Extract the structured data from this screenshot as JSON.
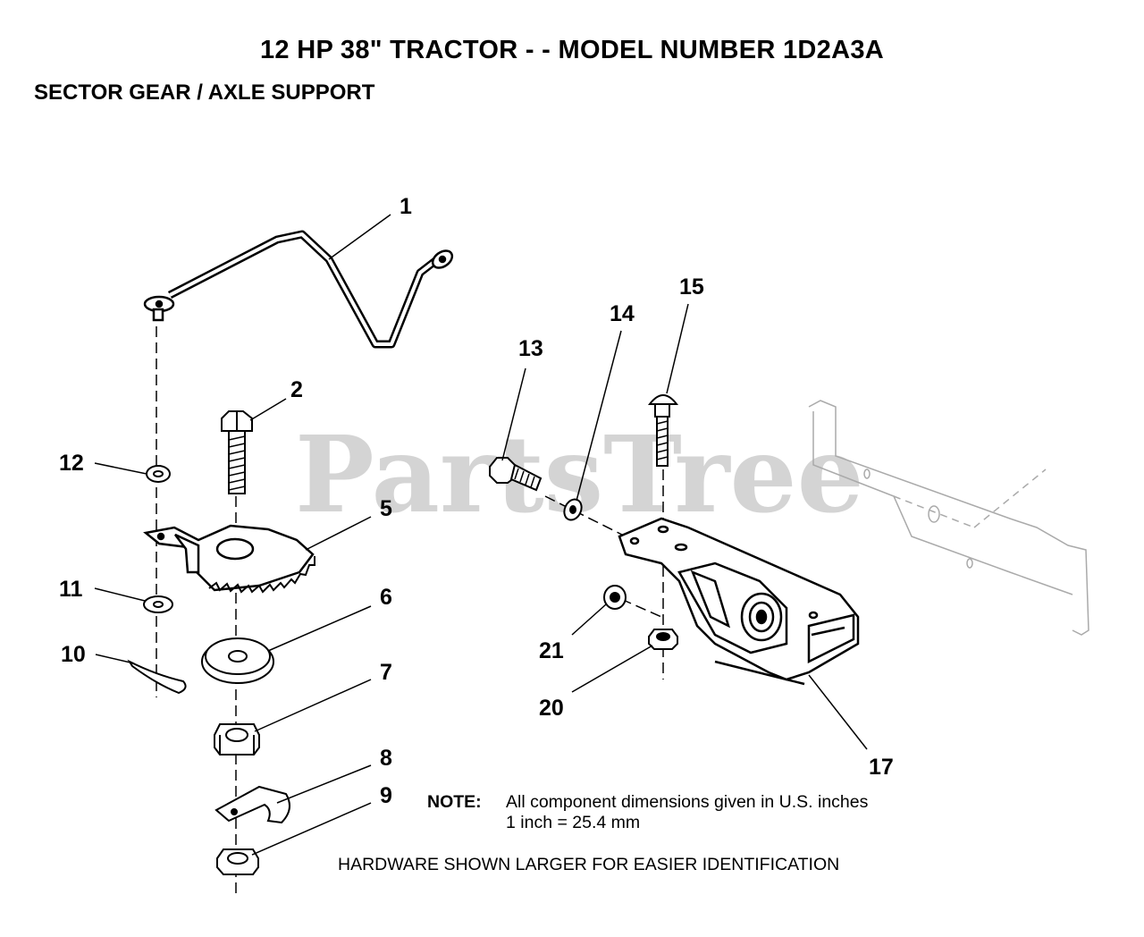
{
  "header": {
    "title": "12 HP 38\" TRACTOR - - MODEL NUMBER 1D2A3A",
    "subtitle": "SECTOR GEAR / AXLE SUPPORT"
  },
  "watermark": "PartsTree",
  "callouts": {
    "p1": "1",
    "p2": "2",
    "p5": "5",
    "p6": "6",
    "p7": "7",
    "p8": "8",
    "p9": "9",
    "p10": "10",
    "p11": "11",
    "p12": "12",
    "p13": "13",
    "p14": "14",
    "p15": "15",
    "p17": "17",
    "p20": "20",
    "p21": "21"
  },
  "note": {
    "label": "NOTE:",
    "line1": "All component dimensions given in U.S. inches",
    "line2": "1 inch = 25.4 mm"
  },
  "footer": "HARDWARE SHOWN LARGER FOR EASIER IDENTIFICATION"
}
